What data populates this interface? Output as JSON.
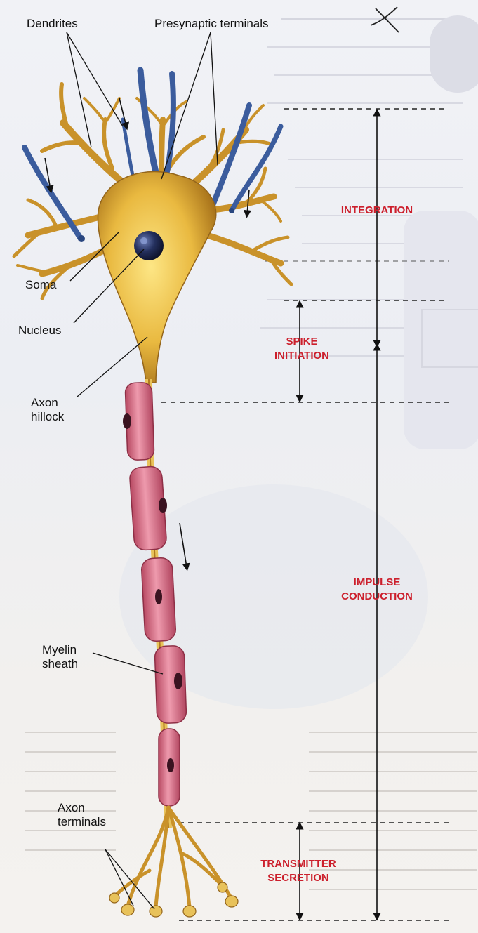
{
  "labels": {
    "dendrites": "Dendrites",
    "presynaptic_terminals": "Presynaptic terminals",
    "soma": "Soma",
    "nucleus": "Nucleus",
    "axon_hillock": [
      "Axon",
      "hillock"
    ],
    "myelin_sheath": [
      "Myelin",
      "sheath"
    ],
    "axon_terminals": [
      "Axon",
      "terminals"
    ]
  },
  "zones": {
    "integration": "INTEGRATION",
    "spike_initiation": [
      "SPIKE",
      "INITIATION"
    ],
    "impulse_conduction": [
      "IMPULSE",
      "CONDUCTION"
    ],
    "transmitter_secretion": [
      "TRANSMITTER",
      "SECRETION"
    ]
  },
  "colors": {
    "zone_text": "#cc1f2c",
    "neuron_body": "#e3b53a",
    "myelin": "#d9738a",
    "presynaptic": "#3d5f9e",
    "nucleus": "#1c2240"
  }
}
